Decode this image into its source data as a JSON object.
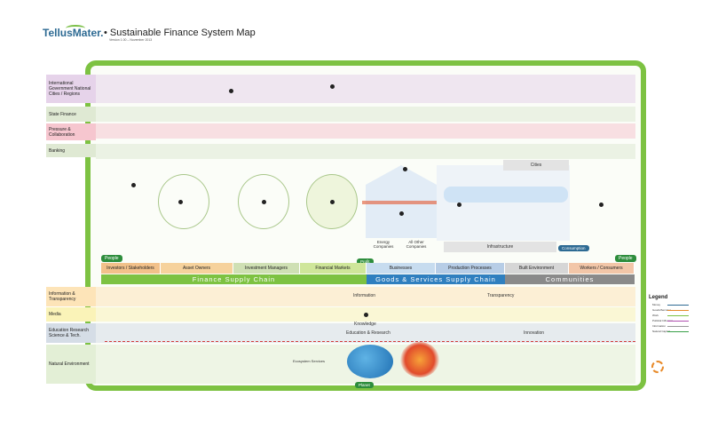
{
  "header": {
    "brand": "TellusMater.",
    "title": "• Sustainable Finance System Map",
    "version": "Version 1.00 – November 2013"
  },
  "lanes_top": [
    {
      "label": "International Government National Cities / Regions",
      "color": "#e6d3ea"
    },
    {
      "label": "State Finance",
      "color": "#dfe9d3"
    },
    {
      "label": "Pressure & Collaboration",
      "color": "#f6c6cf"
    },
    {
      "label": "Banking",
      "color": "#dfe9d3"
    }
  ],
  "lanes_bottom": [
    {
      "label": "Information & Transparency",
      "color": "#fde4b8"
    },
    {
      "label": "Media",
      "color": "#faf3b8"
    },
    {
      "label": "Education Research Science & Tech.",
      "color": "#d5dde6"
    },
    {
      "label": "Natural Environment",
      "color": "#e3efd6"
    }
  ],
  "sectors": [
    {
      "label": "Investors / Stakeholders",
      "color": "#f2c18a"
    },
    {
      "label": "Asset Owners",
      "color": "#f6d29c"
    },
    {
      "label": "Investment Managers",
      "color": "#cfe0b4"
    },
    {
      "label": "Financial Markets",
      "color": "#cfe69a"
    },
    {
      "label": "Businesses",
      "color": "#c7dcef"
    },
    {
      "label": "Production Processes",
      "color": "#b7cde6"
    },
    {
      "label": "Built Environment",
      "color": "#d6d6d6"
    },
    {
      "label": "Workers / Consumers",
      "color": "#f2c6a8"
    }
  ],
  "chains": {
    "finance": "Finance Supply Chain",
    "goods": "Goods & Services Supply Chain",
    "communities": "Communities"
  },
  "tags": {
    "people_left": "People",
    "people_right": "People",
    "profit": "Profit",
    "planet": "Planet",
    "cities": "Cities",
    "infrastructure": "Infrastructure",
    "consumption": "Consumption",
    "energy": "Energy Companies",
    "other": "All Other Companies",
    "transparency": "Transparency",
    "information": "Information",
    "innovation": "Innovation",
    "knowledge": "Knowledge",
    "education": "Education & Research",
    "ecosystem": "Ecosystem Services"
  },
  "legend": {
    "title": "Legend",
    "items": [
      {
        "label": "Money",
        "color": "#2d6a93"
      },
      {
        "label": "Goods/Services",
        "color": "#e88a2a"
      },
      {
        "label": "Work",
        "color": "#7dc242"
      },
      {
        "label": "Political Influence",
        "color": "#b04fb0"
      },
      {
        "label": "Information",
        "color": "#999999"
      },
      {
        "label": "Natural Capital",
        "color": "#3aa04a"
      }
    ]
  }
}
